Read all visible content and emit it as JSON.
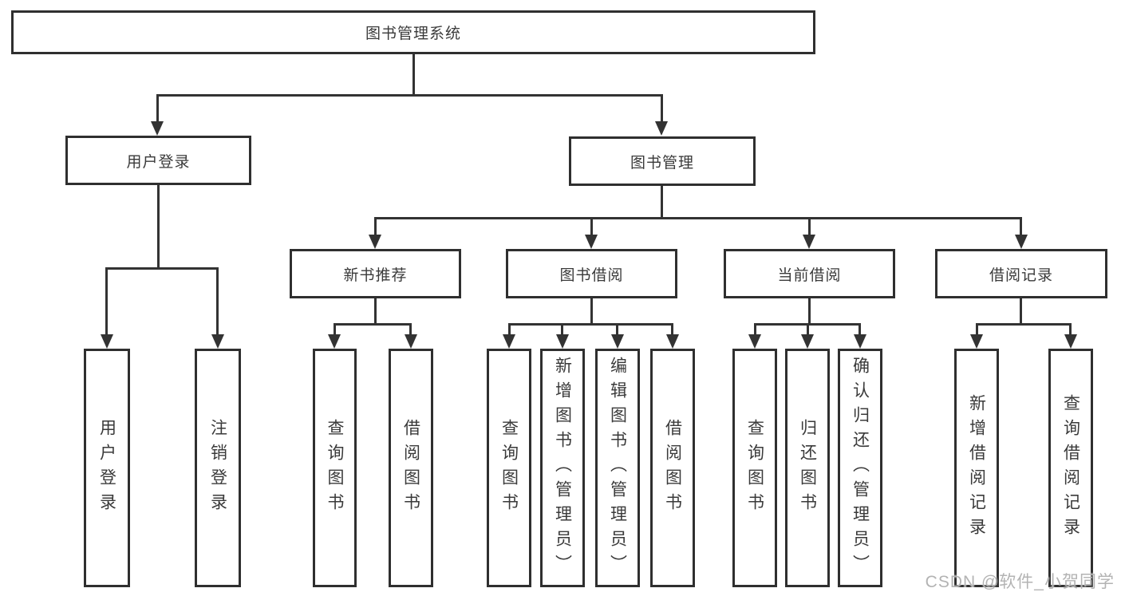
{
  "diagram": {
    "root": "图书管理系统",
    "branches": [
      {
        "label": "用户登录",
        "children": [
          "用户登录",
          "注销登录"
        ]
      },
      {
        "label": "图书管理",
        "children": [
          {
            "label": "新书推荐",
            "children": [
              "查询图书",
              "借阅图书"
            ]
          },
          {
            "label": "图书借阅",
            "children": [
              "查询图书",
              "新增图书（管理员）",
              "编辑图书（管理员）",
              "借阅图书"
            ]
          },
          {
            "label": "当前借阅",
            "children": [
              "查询图书",
              "归还图书",
              "确认归还（管理员）"
            ]
          },
          {
            "label": "借阅记录",
            "children": [
              "新增借阅记录",
              "查询借阅记录"
            ]
          }
        ]
      }
    ]
  },
  "colors": {
    "line": "#333333",
    "border": "#2f2f2f",
    "text": "#3a3a3a",
    "watermark": "#b3b3b3"
  },
  "watermark": "CSDN @软件_小贺同学"
}
